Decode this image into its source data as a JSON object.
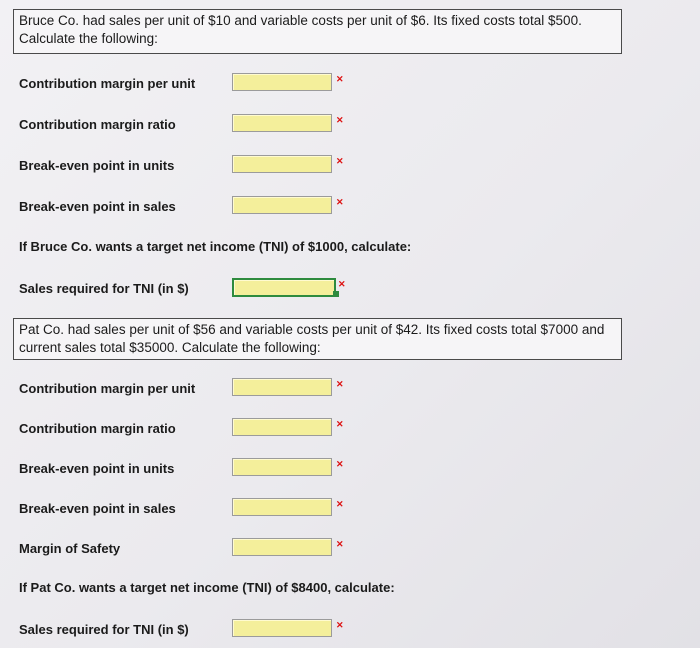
{
  "bruce": {
    "intro_line1": "Bruce Co. had sales per unit of $10 and variable costs per unit of $6.  Its fixed costs total $500.",
    "intro_line2": "Calculate the following:",
    "fields": [
      {
        "label": "Contribution margin per unit",
        "value": ""
      },
      {
        "label": "Contribution margin ratio",
        "value": ""
      },
      {
        "label": "Break-even point in units",
        "value": ""
      },
      {
        "label": "Break-even point in sales",
        "value": ""
      }
    ],
    "tni_prompt": "If Bruce Co. wants a target net income (TNI) of $1000, calculate:",
    "tni_field": {
      "label": "Sales required for TNI (in $)",
      "value": ""
    }
  },
  "pat": {
    "intro_line1": "Pat Co. had sales per unit of $56 and variable costs per unit of $42.  Its fixed costs total $7000 and",
    "intro_line2": "current sales total $35000.  Calculate the following:",
    "fields": [
      {
        "label": "Contribution margin per unit",
        "value": ""
      },
      {
        "label": "Contribution margin ratio",
        "value": ""
      },
      {
        "label": "Break-even point in units",
        "value": ""
      },
      {
        "label": "Break-even point in sales",
        "value": ""
      },
      {
        "label": "Margin of Safety",
        "value": ""
      }
    ],
    "tni_prompt": "If Pat Co. wants a target net income (TNI) of $8400, calculate:",
    "tni_field": {
      "label": "Sales required for TNI (in $)",
      "value": ""
    }
  },
  "icons": {
    "incorrect": "x-mark-icon"
  },
  "colors": {
    "input_fill": "#f4ef9b",
    "incorrect_mark": "#dd1111",
    "focus_border": "#2e8b3e"
  }
}
